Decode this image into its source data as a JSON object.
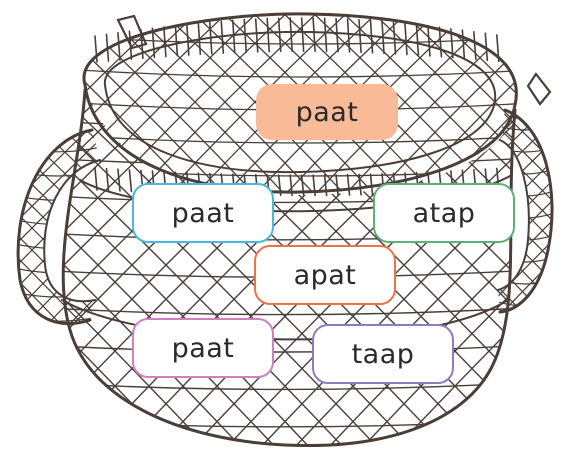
{
  "target_word": {
    "text": "paat",
    "color": "#F9BB97"
  },
  "options": [
    {
      "text": "paat",
      "border_color": "#4BB8DA"
    },
    {
      "text": "atap",
      "border_color": "#5DB076"
    },
    {
      "text": "apat",
      "border_color": "#EA7448"
    },
    {
      "text": "paat",
      "border_color": "#D17FBF"
    },
    {
      "text": "taap",
      "border_color": "#8E7BC0"
    }
  ],
  "basket_color": "#4A3E38",
  "basket_icon": "woven-basket-icon"
}
